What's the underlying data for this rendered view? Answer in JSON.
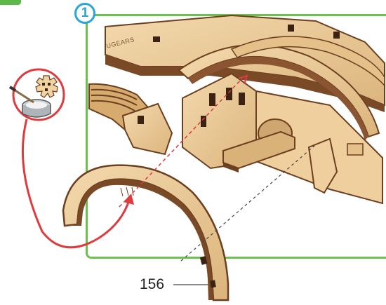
{
  "step": {
    "number": "1"
  },
  "part": {
    "number": "156"
  },
  "brand": {
    "logo_text": "UGEARS"
  },
  "colors": {
    "frame_green": "#6dbf4f",
    "badge_blue": "#2ba4d9",
    "glue_red": "#e03a3e",
    "wood_light": "#ecc995",
    "wood_dark": "#6b3f1f"
  },
  "icons": [
    "glue-pot-icon",
    "gear-icon",
    "brush-icon"
  ]
}
